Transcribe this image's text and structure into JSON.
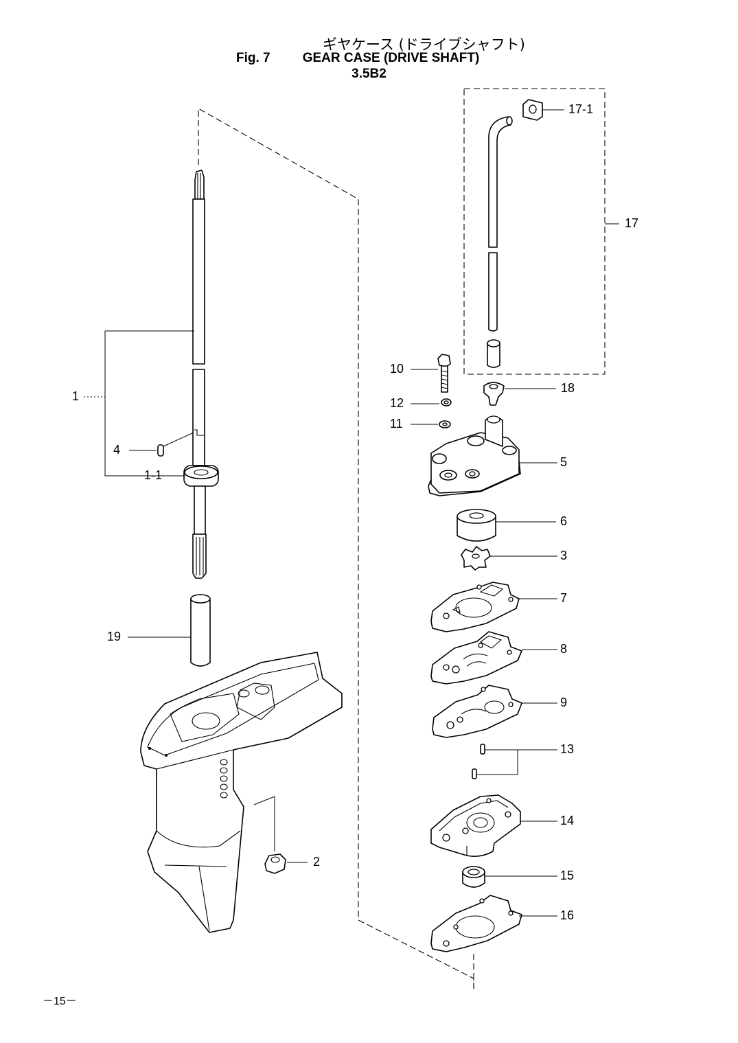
{
  "title": {
    "japanese": "ギヤケース (ドライブシャフト)",
    "fig": "Fig. 7",
    "english": "GEAR CASE (DRIVE SHAFT)",
    "model": "3.5B2"
  },
  "callouts": {
    "p1": "1",
    "p1_1": "1-1",
    "p2": "2",
    "p3": "3",
    "p4": "4",
    "p5": "5",
    "p6": "6",
    "p7": "7",
    "p8": "8",
    "p9": "9",
    "p10": "10",
    "p11": "11",
    "p12": "12",
    "p13": "13",
    "p14": "14",
    "p15": "15",
    "p16": "16",
    "p17": "17",
    "p17_1": "17-1",
    "p18": "18",
    "p19": "19"
  },
  "page_number": "－15－"
}
